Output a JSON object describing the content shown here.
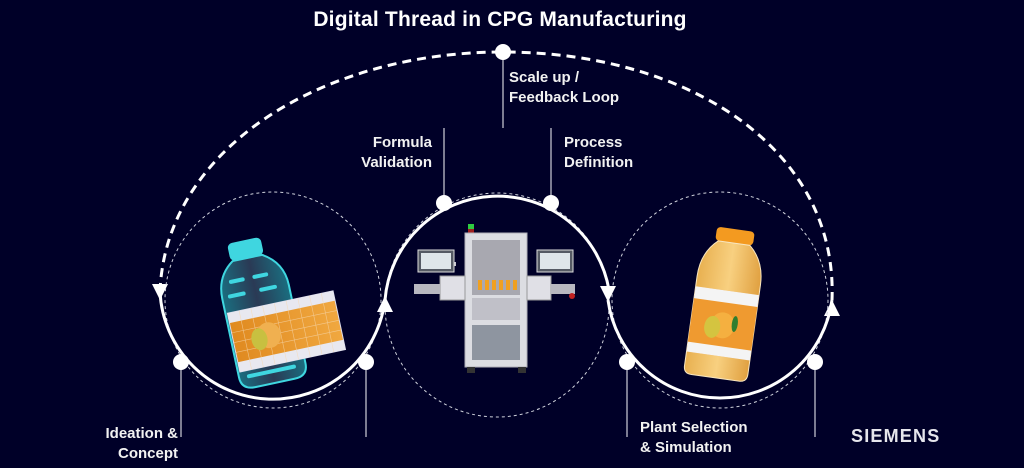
{
  "title": "Digital Thread in CPG Manufacturing",
  "stages": {
    "scale_up": {
      "line1": "Scale up /",
      "line2": "Feedback Loop"
    },
    "formula_validation": {
      "line1": "Formula",
      "line2": "Validation"
    },
    "process_definition": {
      "line1": "Process",
      "line2": "Definition"
    },
    "ideation": {
      "line1": "Ideation &",
      "line2": "Concept"
    },
    "plant_selection": {
      "line1": "Plant Selection",
      "line2": "& Simulation"
    }
  },
  "logo": "SIEMENS",
  "icons": {
    "left_image": "digital-twin-bottle-icon",
    "center_image": "filling-machine-icon",
    "right_image": "juice-bottle-icon"
  },
  "colors": {
    "background": "#000028",
    "line": "#ffffff",
    "cyan": "#3fd6e0",
    "orange": "#f0a030"
  }
}
